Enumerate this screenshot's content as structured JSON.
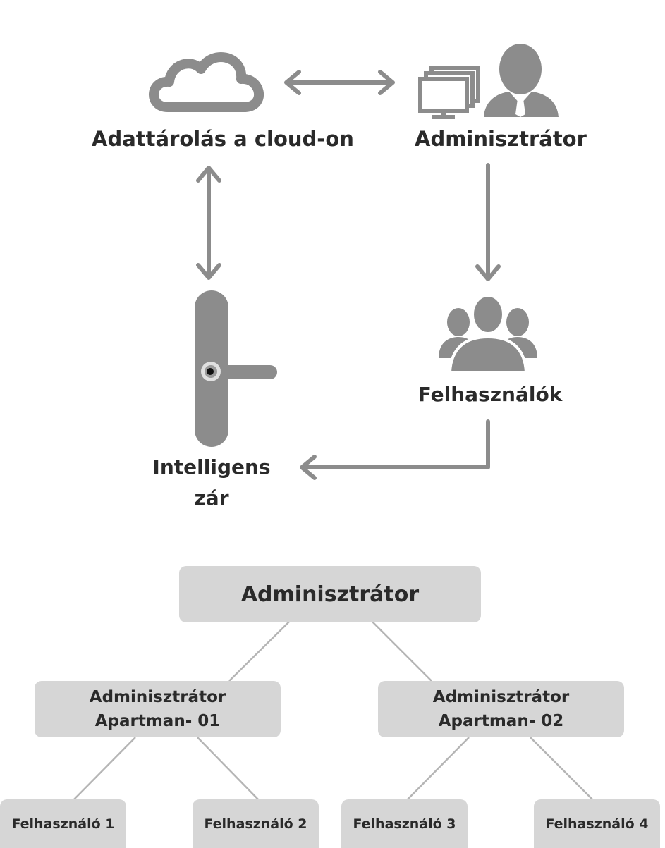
{
  "flow": {
    "cloud_label": "Adattárolás a cloud-on",
    "admin_label": "Adminisztrátor",
    "users_label": "Felhasználók",
    "lock_label_line1": "Intelligens",
    "lock_label_line2": "zár"
  },
  "hierarchy": {
    "root": "Adminisztrátor",
    "branches": [
      {
        "line1": "Adminisztrátor",
        "line2": "Apartman- 01",
        "users": [
          "Felhasználó 1",
          "Felhasználó 2"
        ]
      },
      {
        "line1": "Adminisztrátor",
        "line2": "Apartman- 02",
        "users": [
          "Felhasználó 3",
          "Felhasználó 4"
        ]
      }
    ]
  },
  "colors": {
    "icon_gray": "#8c8c8c",
    "box_fill": "#d6d6d6",
    "text": "#2a2a2a"
  }
}
